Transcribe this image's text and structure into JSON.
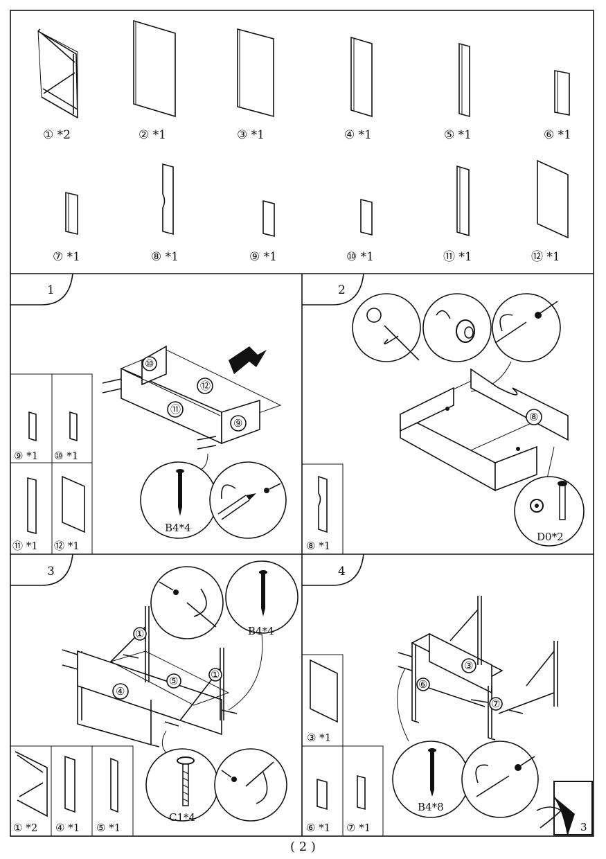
{
  "parts": [
    {
      "num": "①",
      "qty": "*2"
    },
    {
      "num": "②",
      "qty": "*1"
    },
    {
      "num": "③",
      "qty": "*1"
    },
    {
      "num": "④",
      "qty": "*1"
    },
    {
      "num": "⑤",
      "qty": "*1"
    },
    {
      "num": "⑥",
      "qty": "*1"
    },
    {
      "num": "⑦",
      "qty": "*1"
    },
    {
      "num": "⑧",
      "qty": "*1"
    },
    {
      "num": "⑨",
      "qty": "*1"
    },
    {
      "num": "⑩",
      "qty": "*1"
    },
    {
      "num": "⑪",
      "qty": "*1"
    },
    {
      "num": "⑫",
      "qty": "*1"
    }
  ],
  "steps": [
    {
      "number": "1",
      "hardware": "B4*4",
      "parts": [
        {
          "label": "⑨ *1"
        },
        {
          "label": "⑩ *1"
        },
        {
          "label": "⑪ *1"
        },
        {
          "label": "⑫ *1"
        }
      ],
      "callouts": [
        "⑩",
        "⑫",
        "⑪",
        "⑨"
      ]
    },
    {
      "number": "2",
      "hardware": "D0*2",
      "parts": [
        {
          "label": "⑧ *1"
        }
      ],
      "callouts": [
        "⑧"
      ]
    },
    {
      "number": "3",
      "hardware_top": "B4*4",
      "hardware_bottom": "C1*4",
      "parts": [
        {
          "label": "① *2"
        },
        {
          "label": "④ *1"
        },
        {
          "label": "⑤ *1"
        }
      ],
      "callouts": [
        "①",
        "①",
        "⑤",
        "④"
      ]
    },
    {
      "number": "4",
      "hardware": "B4*8",
      "parts": [
        {
          "label": "③ *1"
        },
        {
          "label": "⑥ *1"
        },
        {
          "label": "⑦ *1"
        }
      ],
      "callouts": [
        "③",
        "⑥",
        "⑦"
      ],
      "next_page": "3"
    }
  ],
  "page_number": "( 2 )"
}
